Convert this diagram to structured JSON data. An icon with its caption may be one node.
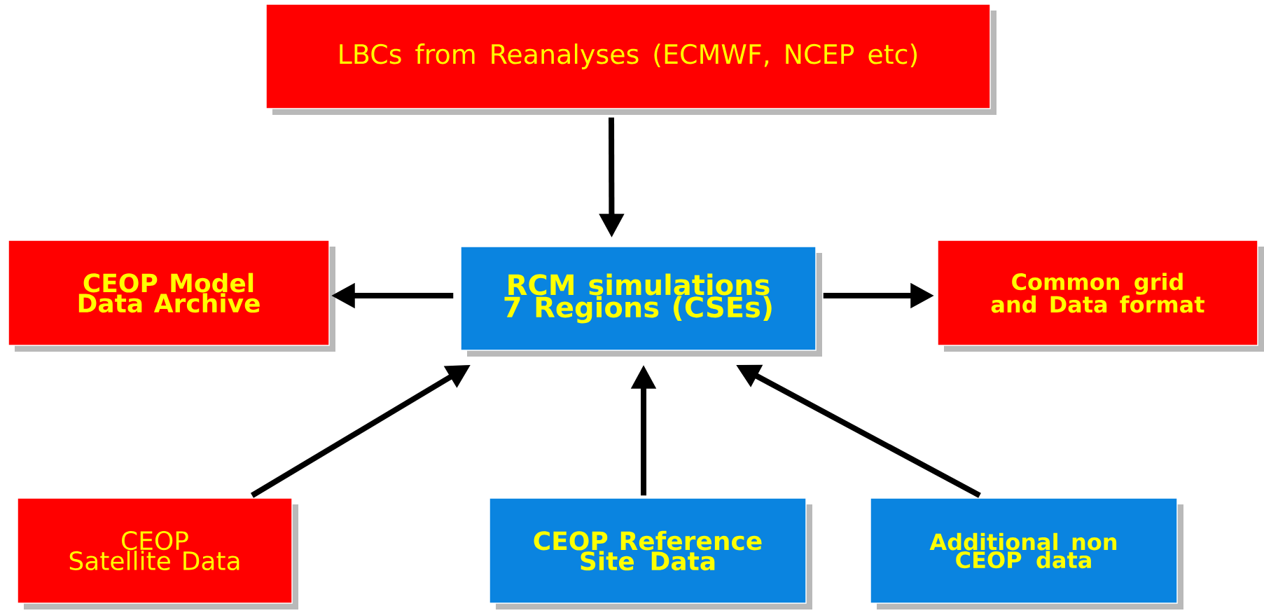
{
  "diagram": {
    "nodes": [
      {
        "text": [
          "LBCs from Reanalyses (ECMWF, NCEP etc)"
        ]
      },
      {
        "text": [
          "CEOP Model Data Archive"
        ]
      },
      {
        "text": [
          "RCM simulations 7 Regions (CSEs)"
        ]
      },
      {
        "text": [
          "Common grid and Data format"
        ]
      },
      {
        "text": [
          "CEOP Satellite Data"
        ]
      },
      {
        "text": [
          "CEOP Reference Site Data"
        ]
      },
      {
        "text": [
          "Additional non CEOP data"
        ]
      }
    ],
    "edges": [
      {
        "from": 0,
        "to": 2,
        "arrow": "to"
      },
      {
        "from": 2,
        "to": 1,
        "arrow": "to"
      },
      {
        "from": 2,
        "to": 3,
        "arrow": "to"
      },
      {
        "from": 4,
        "to": 2,
        "arrow": "to"
      },
      {
        "from": 5,
        "to": 2,
        "arrow": "to"
      },
      {
        "from": 6,
        "to": 2,
        "arrow": "to"
      }
    ]
  }
}
